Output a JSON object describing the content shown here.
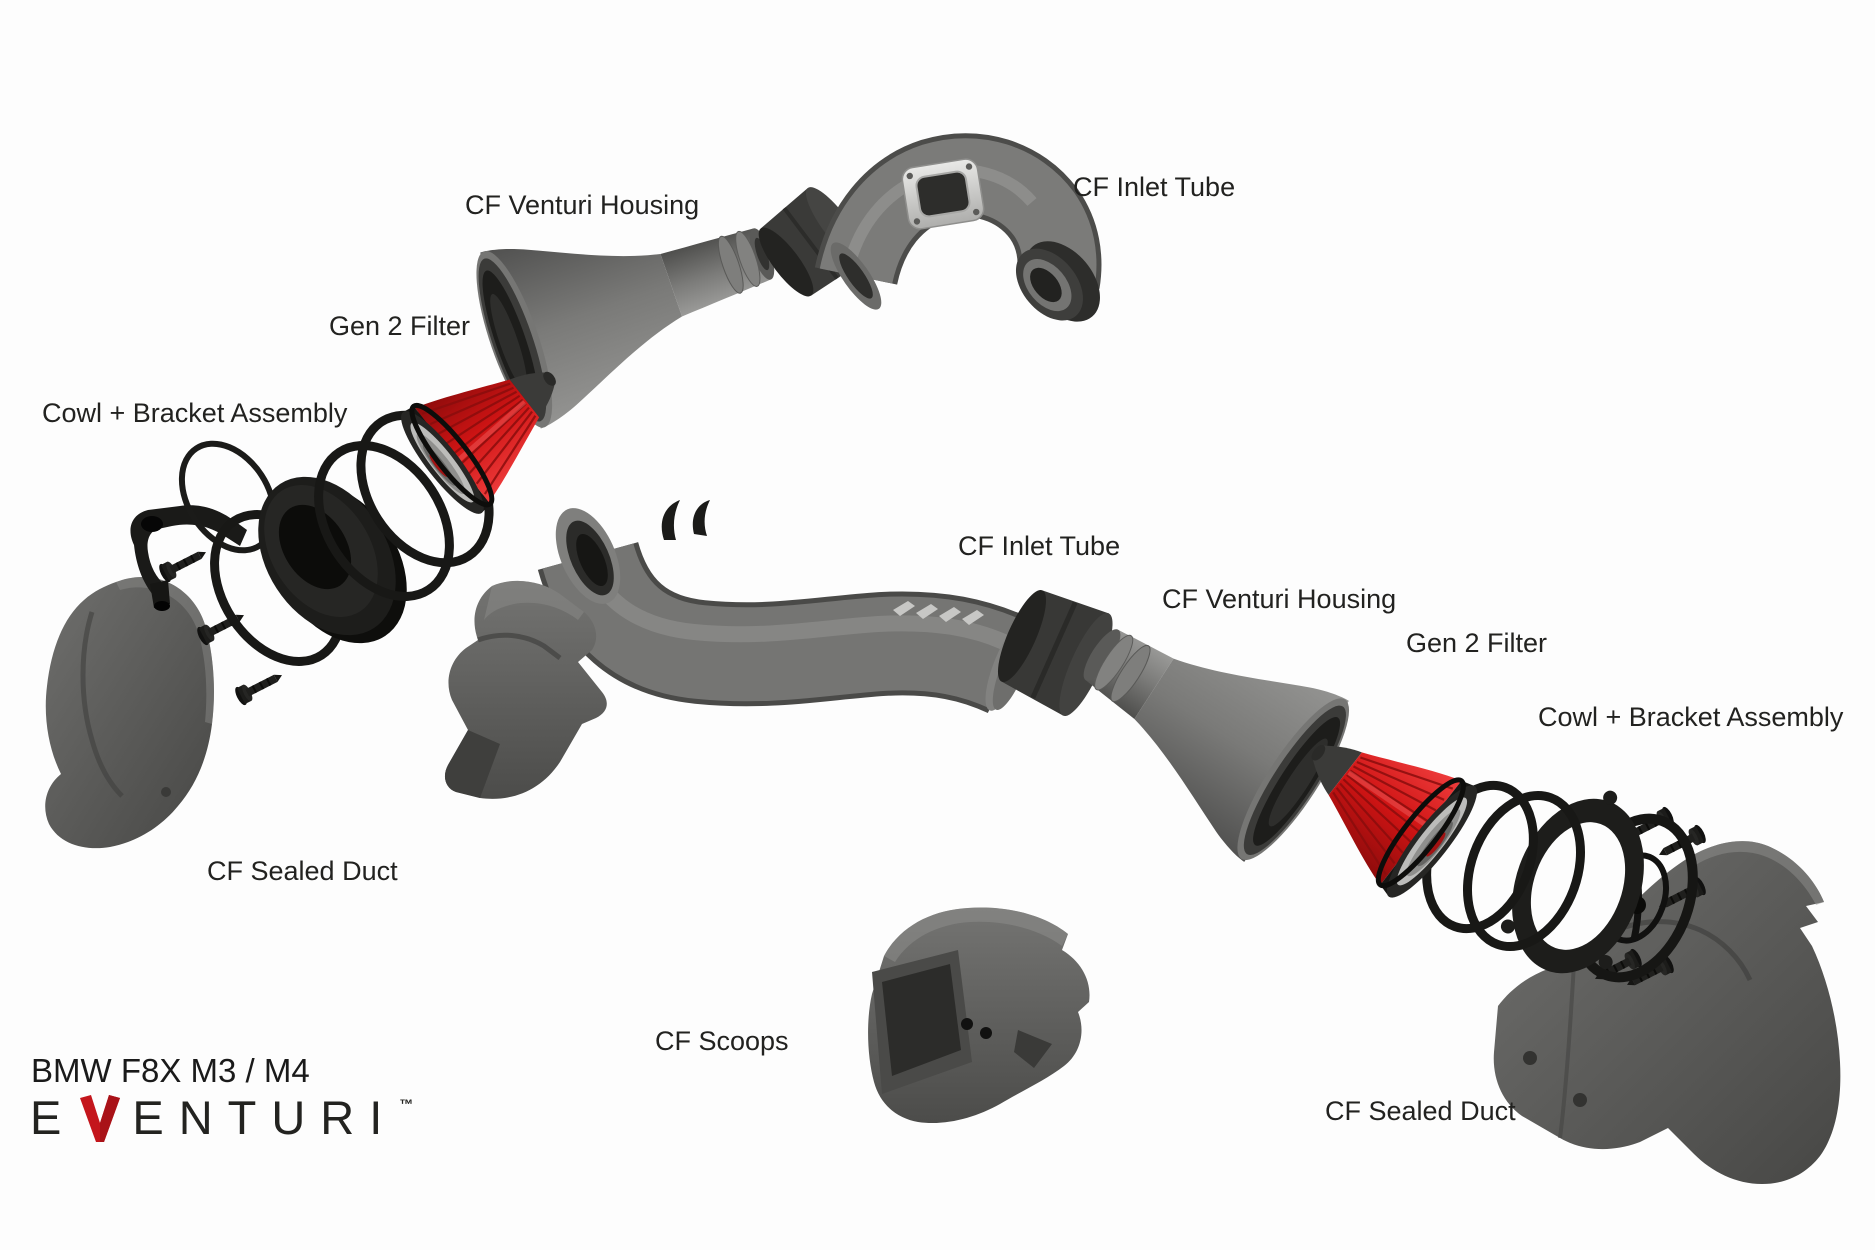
{
  "branding": {
    "model": "BMW F8X M3 / M4",
    "brand_pre_v": "E",
    "brand_post_v": "ENTURI",
    "trademark": "™",
    "brand_text_color": "#232320",
    "brand_accent_color": "#c4161c"
  },
  "labels": [
    {
      "id": "venturi-housing-left",
      "text": "CF Venturi Housing"
    },
    {
      "id": "inlet-tube-left",
      "text": "CF Inlet Tube"
    },
    {
      "id": "gen2-filter-left",
      "text": "Gen 2 Filter"
    },
    {
      "id": "cowl-bracket-left",
      "text": "Cowl + Bracket Assembly"
    },
    {
      "id": "inlet-tube-right",
      "text": "CF Inlet Tube"
    },
    {
      "id": "venturi-housing-right",
      "text": "CF Venturi Housing"
    },
    {
      "id": "gen2-filter-right",
      "text": "Gen 2 Filter"
    },
    {
      "id": "cowl-bracket-right",
      "text": "Cowl + Bracket Assembly"
    },
    {
      "id": "sealed-duct-left",
      "text": "CF Sealed Duct"
    },
    {
      "id": "scoops",
      "text": "CF Scoops"
    },
    {
      "id": "sealed-duct-right",
      "text": "CF Sealed Duct"
    }
  ],
  "colors": {
    "background": "#fdfdfd",
    "label_text": "#222220",
    "component_gray": "#767674",
    "hardware_black": "#1a1a18",
    "filter_red": "#cf1414",
    "flange_silver": "#d9d9d7"
  }
}
